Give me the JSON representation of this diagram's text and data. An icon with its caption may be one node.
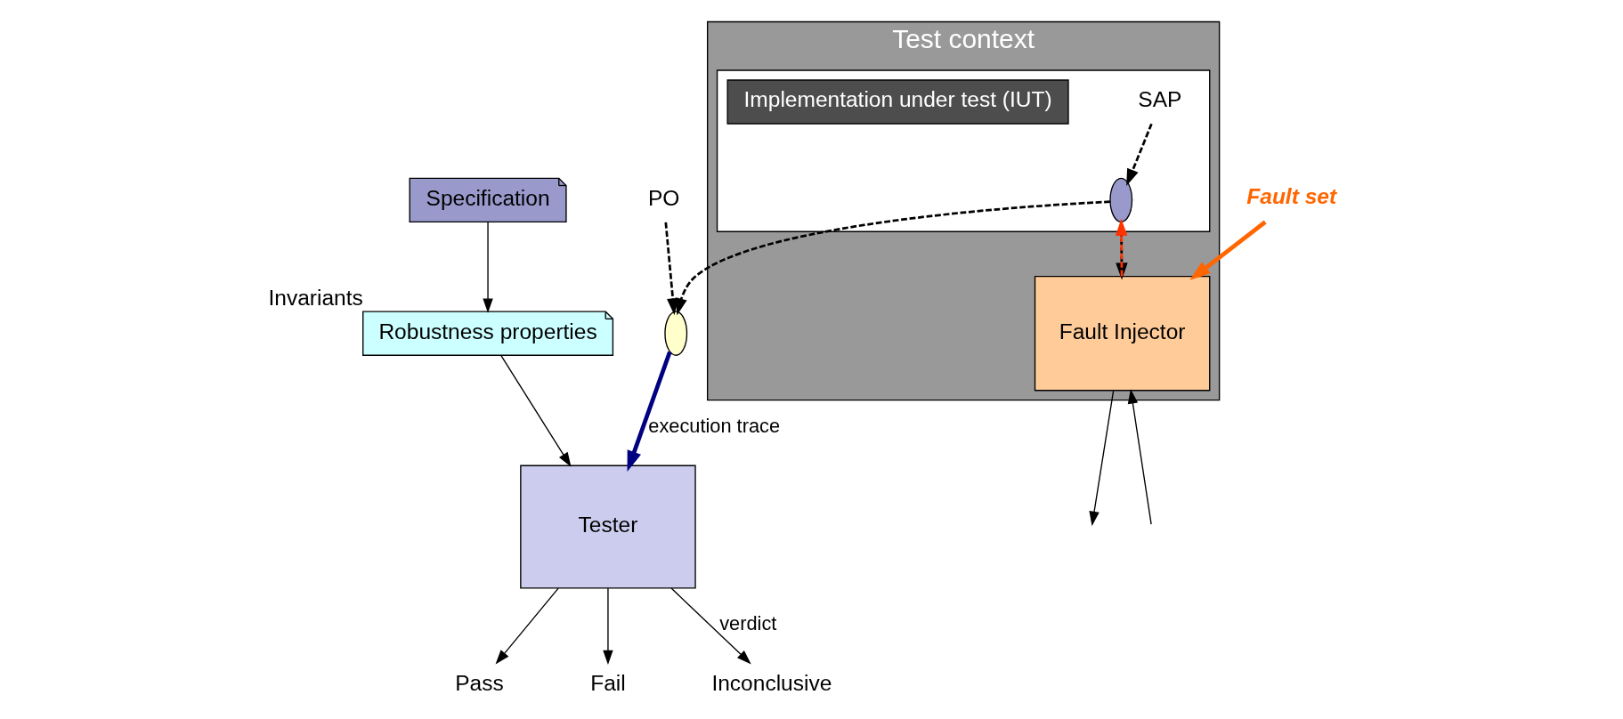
{
  "diagram": {
    "nodes": [
      {
        "text": [
          "Specification"
        ]
      },
      {
        "text": [
          "Robustness properties"
        ],
        "beside": [
          "Invariants"
        ]
      },
      {
        "text": [
          "PO"
        ]
      },
      {
        "text": [
          "Test context"
        ]
      },
      {
        "text": [],
        "shape": "box",
        "in": 3
      },
      {
        "text": [
          "SAP"
        ],
        "in": 4
      },
      {
        "text": [
          "Implementation under test (IUT)"
        ],
        "in": 4
      },
      {
        "text": [],
        "shape": "ellipse",
        "in": 4
      },
      {
        "text": [],
        "shape": "ellipse"
      },
      {
        "text": [
          "Tester"
        ]
      },
      {
        "text": [
          "Fault Injector"
        ],
        "in": 3
      },
      {
        "text": [
          "Pass"
        ]
      },
      {
        "text": [
          "Fail"
        ]
      },
      {
        "text": [
          "Inconclusive"
        ]
      },
      {
        "text": [
          "Fault set"
        ]
      }
    ],
    "edges": [
      {
        "from": 0,
        "to": 1,
        "arrow": "to"
      },
      {
        "from": 1,
        "to": 9,
        "arrow": "to"
      },
      {
        "from": 2,
        "to": 8,
        "arrow": "to",
        "style": "dashed"
      },
      {
        "from": 5,
        "to": 7,
        "arrow": "to",
        "style": "dashed"
      },
      {
        "from": 7,
        "to": 8,
        "arrow": "to",
        "style": "dashed"
      },
      {
        "from": 7,
        "to": 10,
        "arrow": "to",
        "style": "dashed"
      },
      {
        "from": 10,
        "to": 7,
        "arrow": "to",
        "style": "dashed",
        "color": "#ff3300"
      },
      {
        "from": 8,
        "to": 9,
        "label": "execution trace",
        "arrow": "to",
        "style": "thick",
        "color": "#000080"
      },
      {
        "from": 9,
        "to": 11,
        "arrow": "to"
      },
      {
        "from": 9,
        "to": 12,
        "arrow": "to"
      },
      {
        "from": 9,
        "to": 13,
        "label": "verdict",
        "arrow": "to"
      },
      {
        "from": 14,
        "to": 10,
        "arrow": "to",
        "style": "thick",
        "color": "#ff6600"
      },
      {
        "from": 10,
        "to": null,
        "arrow": "to"
      },
      {
        "from": null,
        "to": 10,
        "arrow": "to"
      }
    ]
  }
}
